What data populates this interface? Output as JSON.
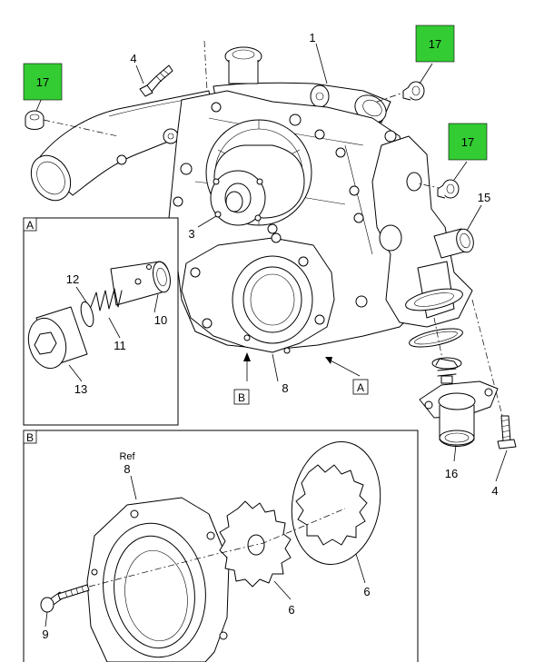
{
  "highlight_color": "#33cc33",
  "highlight_labels": [
    {
      "id": "hl-1",
      "text": "17"
    },
    {
      "id": "hl-2",
      "text": "17"
    },
    {
      "id": "hl-3",
      "text": "17"
    }
  ],
  "callouts": {
    "c1": "1",
    "c3": "3",
    "c4a": "4",
    "c4b": "4",
    "c6a": "6",
    "c6b": "6",
    "c8a": "8",
    "c8b": "8",
    "c9": "9",
    "c10": "10",
    "c11": "11",
    "c12": "12",
    "c13": "13",
    "c15": "15",
    "c16": "16"
  },
  "ref_label": "Ref",
  "view_letters": {
    "a_panel": "A",
    "b_panel": "B",
    "a_arrow": "A",
    "b_arrow": "B"
  }
}
